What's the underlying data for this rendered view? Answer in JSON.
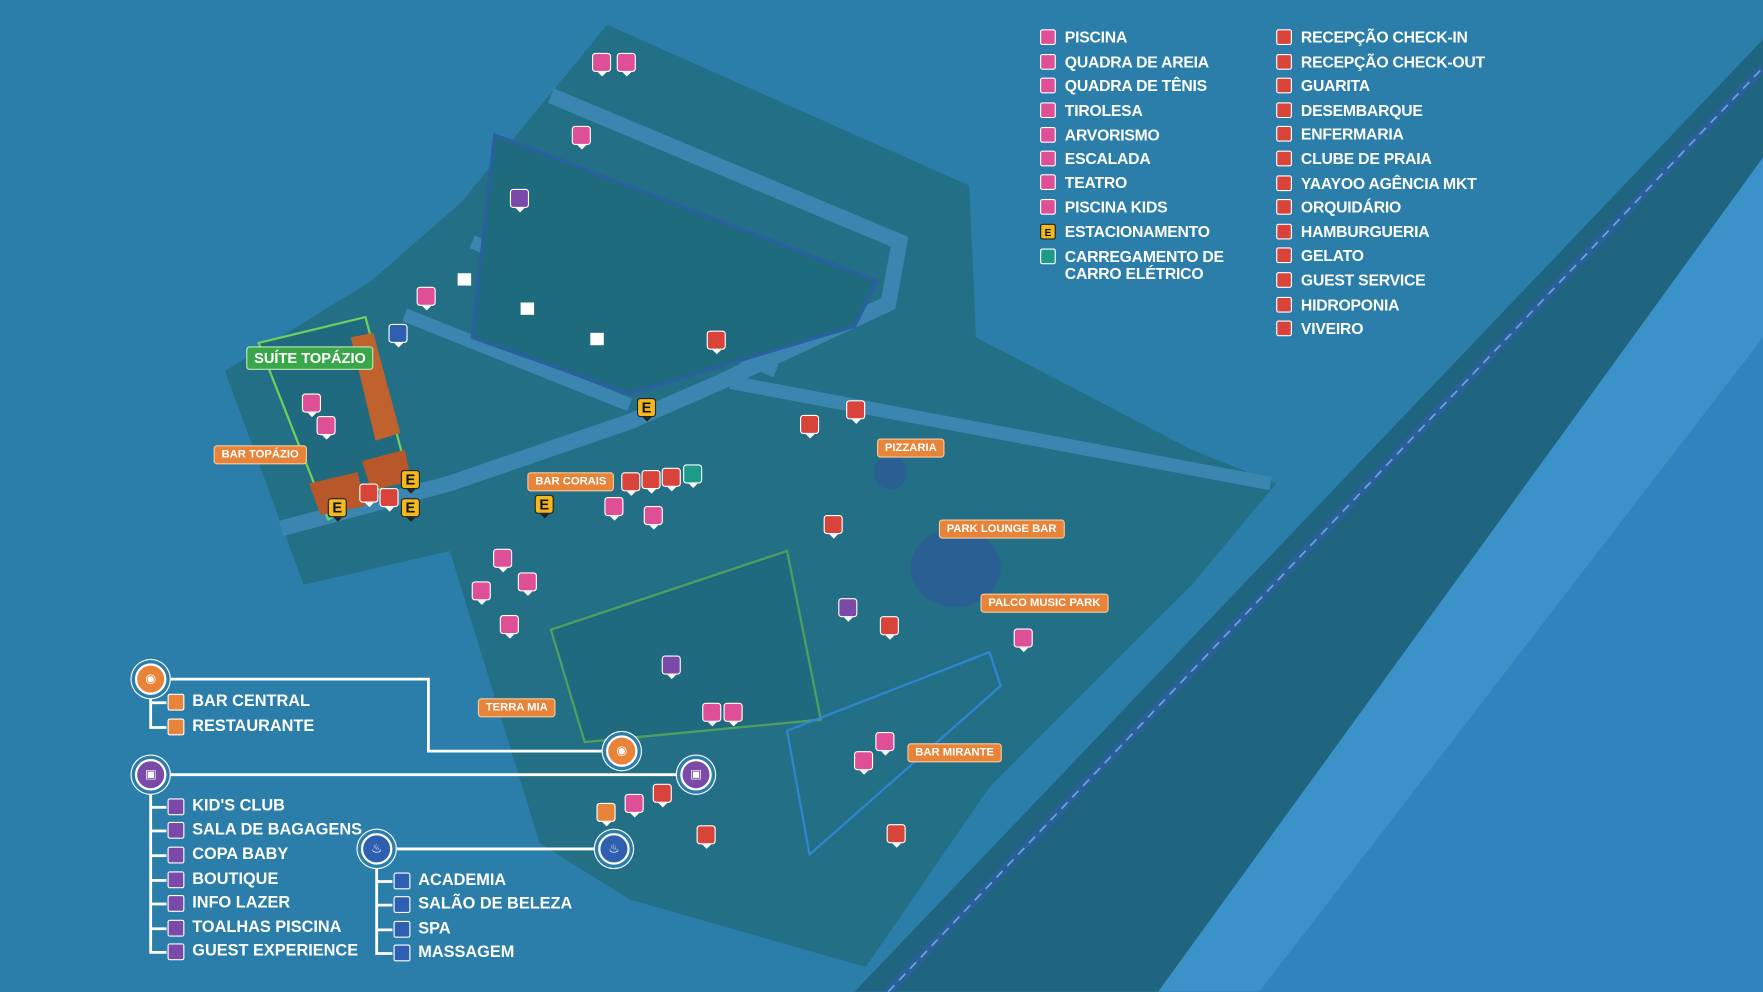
{
  "colors": {
    "ocean": "#2a7ea9",
    "pink": "#df4f98",
    "red": "#d9443a",
    "orange": "#e8843a",
    "purple": "#7b4aa8",
    "blue": "#2e5fb0",
    "teal": "#1e9a8a",
    "yellow": "#f3b81d",
    "green": "#3aa64a"
  },
  "legend_left": [
    {
      "label": "PISCINA",
      "icon": "pool-icon"
    },
    {
      "label": "QUADRA DE AREIA",
      "icon": "beach-volley-icon"
    },
    {
      "label": "QUADRA DE TÊNIS",
      "icon": "tennis-icon"
    },
    {
      "label": "TIROLESA",
      "icon": "zipline-icon"
    },
    {
      "label": "ARVORISMO",
      "icon": "tree-climbing-icon"
    },
    {
      "label": "ESCALADA",
      "icon": "climbing-icon"
    },
    {
      "label": "TEATRO",
      "icon": "theater-icon"
    },
    {
      "label": "PISCINA KIDS",
      "icon": "kids-pool-icon"
    },
    {
      "label": "ESTACIONAMENTO",
      "icon": "parking-icon"
    },
    {
      "label": "CARREGAMENTO DE CARRO ELÉTRICO",
      "icon": "ev-charging-icon"
    }
  ],
  "legend_right": [
    {
      "label": "RECEPÇÃO CHECK-IN",
      "icon": "checkin-icon"
    },
    {
      "label": "RECEPÇÃO CHECK-OUT",
      "icon": "checkout-icon"
    },
    {
      "label": "GUARITA",
      "icon": "guardhouse-icon"
    },
    {
      "label": "DESEMBARQUE",
      "icon": "car-icon"
    },
    {
      "label": "ENFERMARIA",
      "icon": "medical-cross-icon"
    },
    {
      "label": "CLUBE DE PRAIA",
      "icon": "beach-club-icon"
    },
    {
      "label": "YAAYOO AGÊNCIA MKT",
      "icon": "agency-icon"
    },
    {
      "label": "ORQUIDÁRIO",
      "icon": "orchid-icon"
    },
    {
      "label": "HAMBURGUERIA",
      "icon": "burger-icon"
    },
    {
      "label": "GELATO",
      "icon": "ice-cream-icon"
    },
    {
      "label": "GUEST SERVICE",
      "icon": "guest-service-icon"
    },
    {
      "label": "HIDROPONIA",
      "icon": "hydroponics-icon"
    },
    {
      "label": "VIVEIRO",
      "icon": "nursery-icon"
    }
  ],
  "groups": {
    "dining": [
      "BAR CENTRAL",
      "RESTAURANTE"
    ],
    "services": [
      "KID'S CLUB",
      "SALA DE BAGAGENS",
      "COPA BABY",
      "BOUTIQUE",
      "INFO LAZER",
      "TOALHAS PISCINA",
      "GUEST EXPERIENCE"
    ],
    "wellness": [
      "ACADEMIA",
      "SALÃO DE BELEZA",
      "SPA",
      "MASSAGEM"
    ]
  },
  "map_labels": {
    "suite_topazio": "SUÍTE TOPÁZIO",
    "bar_topazio": "BAR TOPÁZIO",
    "bar_corais": "BAR CORAIS",
    "pizzaria": "PIZZARIA",
    "park_lounge_bar": "PARK LOUNGE BAR",
    "palco_music_park": "PALCO MUSIC PARK",
    "terra_mia": "TERRA MIA",
    "bar_mirante": "BAR MIRANTE",
    "parking_letter": "E"
  }
}
